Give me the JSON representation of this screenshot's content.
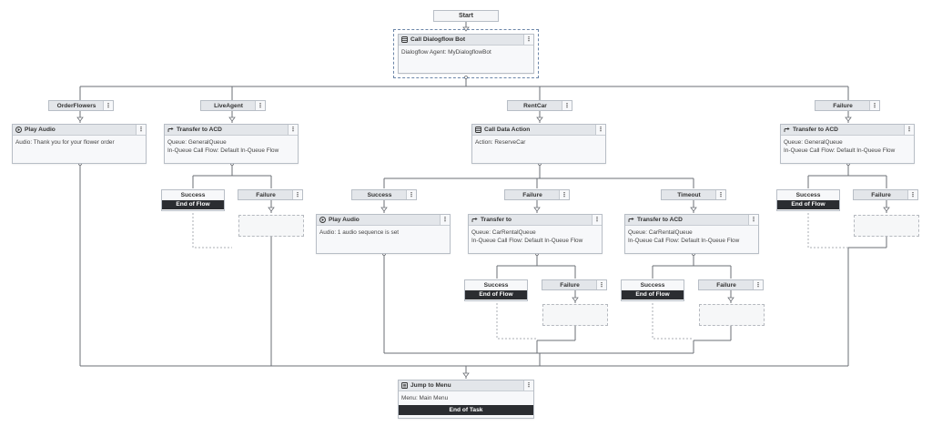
{
  "start": {
    "label": "Start"
  },
  "call_bot": {
    "title": "Call Dialogflow Bot",
    "body": "Dialogflow Agent: MyDialogflowBot",
    "icon": "database-icon"
  },
  "branches": {
    "order_flowers": "OrderFlowers",
    "live_agent": "LiveAgent",
    "rent_car": "RentCar",
    "failure": "Failure"
  },
  "nodes": {
    "play_audio_1": {
      "title": "Play Audio",
      "body": "Audio: Thank you for your flower order"
    },
    "transfer_acd_1": {
      "title": "Transfer to ACD",
      "line1": "Queue: GeneralQueue",
      "line2": "In-Queue Call Flow: Default In-Queue Flow"
    },
    "call_data_action": {
      "title": "Call Data Action",
      "body": "Action: ReserveCar"
    },
    "transfer_acd_2": {
      "title": "Transfer to ACD",
      "line1": "Queue: GeneralQueue",
      "line2": "In-Queue Call Flow: Default In-Queue Flow"
    },
    "play_audio_2": {
      "title": "Play Audio",
      "body": "Audio: 1 audio sequence is set"
    },
    "transfer_to": {
      "title": "Transfer to",
      "line1": "Queue: CarRentalQueue",
      "line2": "In-Queue Call Flow: Default In-Queue Flow"
    },
    "transfer_acd_3": {
      "title": "Transfer to ACD",
      "line1": "Queue: CarRentalQueue",
      "line2": "In-Queue Call Flow: Default In-Queue Flow"
    },
    "jump_to_menu": {
      "title": "Jump to Menu",
      "body": "Menu: Main Menu"
    }
  },
  "outcomes": {
    "success": "Success",
    "failure": "Failure",
    "timeout": "Timeout",
    "end_of_flow": "End of Flow",
    "end_of_task": "End of Task"
  },
  "kebab": "⋮",
  "colors": {
    "line": "#6b6f75",
    "selection": "#6b85a8",
    "end_block": "#2b2d31",
    "header": "#e3e6ea"
  }
}
